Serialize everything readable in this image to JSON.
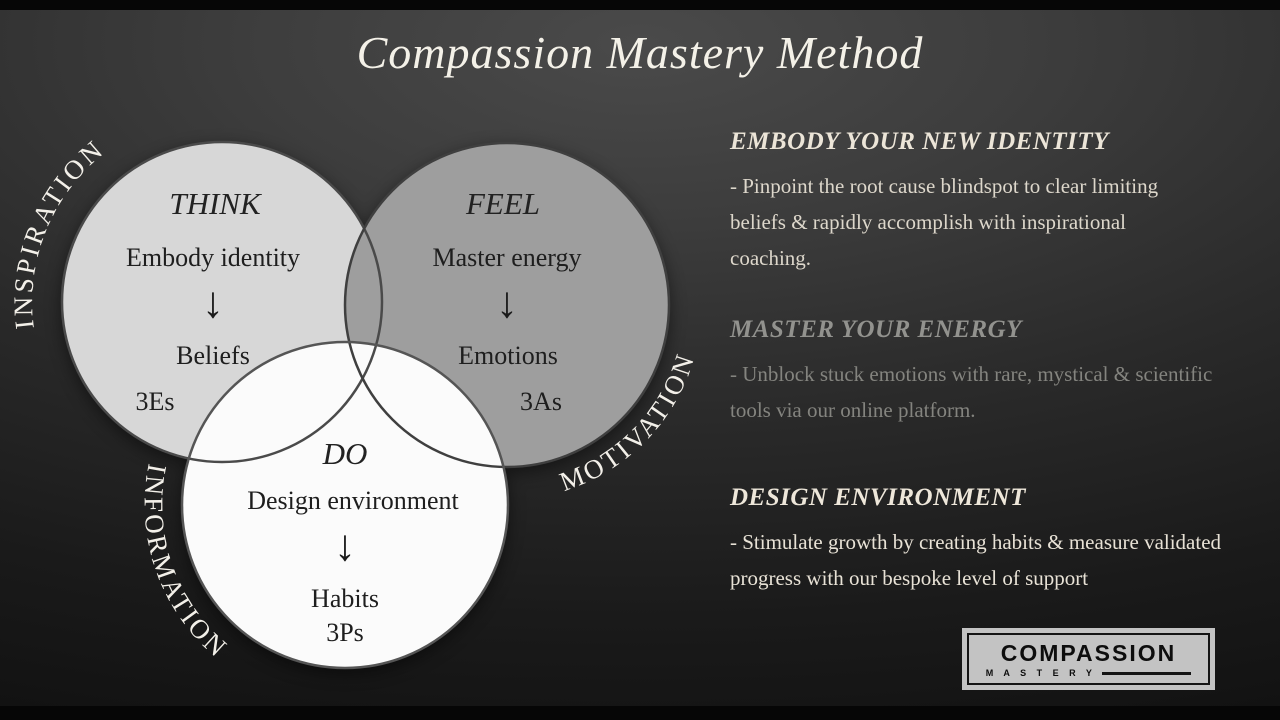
{
  "title": "Compassion Mastery Method",
  "venn": {
    "think": {
      "title": "THINK",
      "top": "Embody identity",
      "arrow": "↓",
      "bottom": "Beliefs",
      "badge": "3Es"
    },
    "feel": {
      "title": "FEEL",
      "top": "Master energy",
      "arrow": "↓",
      "bottom": "Emotions",
      "badge": "3As"
    },
    "do": {
      "title": "DO",
      "top": "Design environment",
      "arrow": "↓",
      "bottom": "Habits",
      "badge": "3Ps"
    },
    "curved": {
      "inspiration": "INSPIRATION",
      "motivation": "MOTIVATION",
      "information": "INFORMATION"
    }
  },
  "sections": [
    {
      "heading": "EMBODY YOUR NEW IDENTITY",
      "body": " - Pinpoint the root cause blindspot to clear limiting beliefs & rapidly accomplish with inspirational coaching."
    },
    {
      "heading": "MASTER YOUR ENERGY",
      "body": " - Unblock stuck emotions with rare, mystical & scientific tools via our online platform."
    },
    {
      "heading": "DESIGN ENVIRONMENT",
      "body": " - Stimulate growth by creating habits & measure validated progress with our bespoke level of support"
    }
  ],
  "logo": {
    "line1": "COMPASSION",
    "line2": "M A S T E R Y"
  },
  "colors": {
    "background_top": "#4a4a4a",
    "background_bottom": "#121212",
    "think_fill": "#d7d7d7",
    "feel_fill": "#9e9e9e",
    "do_fill": "#fbfbfb",
    "light_text": "#ece5d8",
    "dim_text": "#8f8f8b",
    "curved_text": "#f3f0e9"
  }
}
